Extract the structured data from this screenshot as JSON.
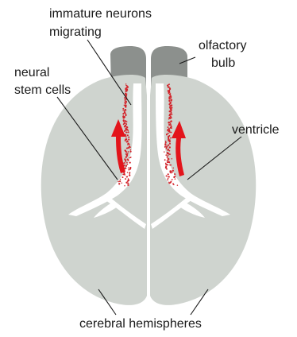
{
  "colors": {
    "background": "#ffffff",
    "hemisphere": "#cfd4cf",
    "olfactory_bulb": "#8c908d",
    "ventricle": "#ffffff",
    "migration_dots": "#d2232a",
    "arrow": "#e3141b",
    "leader_line": "#1a1a1a",
    "label_text": "#1a1a1a"
  },
  "labels": {
    "immature_neurons_line1": "immature neurons",
    "immature_neurons_line2": "migrating",
    "olfactory_bulb_line1": "olfactory",
    "olfactory_bulb_line2": "bulb",
    "neural_stem_cells_line1": "neural",
    "neural_stem_cells_line2": "stem cells",
    "ventricle": "ventricle",
    "cerebral_hemispheres": "cerebral hemispheres"
  },
  "icons": {
    "migration_arrows": "red-upward-curved-arrow",
    "migrating_cells": "red-dot-stream"
  }
}
